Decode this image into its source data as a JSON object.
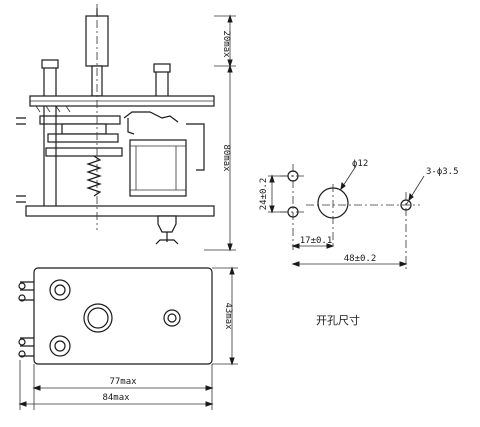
{
  "dimensions": {
    "height_top_max": "20max",
    "height_total_max": "80max",
    "width_short_max": "77max",
    "width_long_max": "84max",
    "depth_max": "43max"
  },
  "cutout": {
    "title": "开孔尺寸",
    "center_hole": "ϕ12",
    "mount_holes": "3-ϕ3.5",
    "vertical_spacing": "24±0.2",
    "offset_small": "17±0.1",
    "offset_large": "48±0.2"
  }
}
